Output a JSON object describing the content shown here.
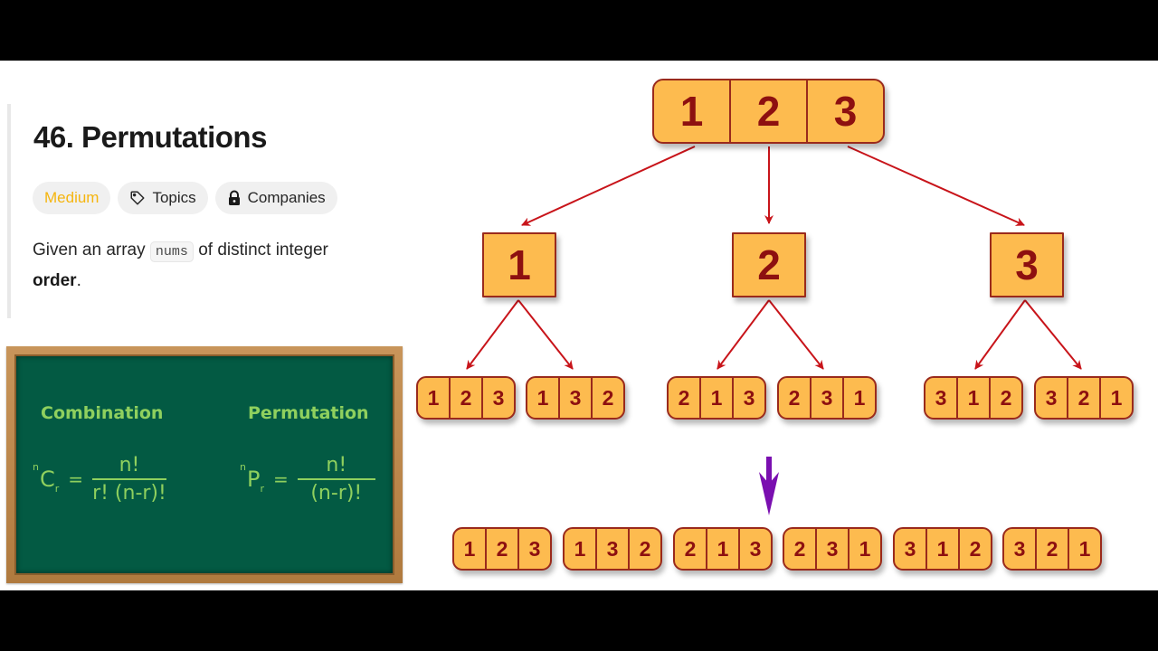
{
  "problem": {
    "title": "46. Permutations",
    "tags": {
      "difficulty": "Medium",
      "topics": "Topics",
      "companies": "Companies"
    },
    "description": {
      "prefix": "Given an array ",
      "code": "nums",
      "suffix": " of distinct integer",
      "line2_bold": "order",
      "line2_tail": "."
    },
    "colors": {
      "difficulty_medium": "#f5b50f",
      "tag_bg": "#f0f0f0"
    }
  },
  "chalkboard": {
    "combination": {
      "heading": "Combination",
      "symbol": "C",
      "sup": "n",
      "sub": "r",
      "equals": "=",
      "numerator": "n!",
      "denominator": "r! (n-r)!"
    },
    "permutation": {
      "heading": "Permutation",
      "symbol": "P",
      "sup": "n",
      "sub": "r",
      "equals": "=",
      "numerator": "n!",
      "denominator": "(n-r)!"
    },
    "colors": {
      "board": "#035a43",
      "chalk": "#8fd05e",
      "frame": "#c8955a"
    }
  },
  "tree": {
    "root": [
      "1",
      "2",
      "3"
    ],
    "level1": [
      {
        "value": "1",
        "children": [
          [
            "1",
            "2",
            "3"
          ],
          [
            "1",
            "3",
            "2"
          ]
        ]
      },
      {
        "value": "2",
        "children": [
          [
            "2",
            "1",
            "3"
          ],
          [
            "2",
            "3",
            "1"
          ]
        ]
      },
      {
        "value": "3",
        "children": [
          [
            "3",
            "1",
            "2"
          ],
          [
            "3",
            "2",
            "1"
          ]
        ]
      }
    ],
    "result": [
      [
        "1",
        "2",
        "3"
      ],
      [
        "1",
        "3",
        "2"
      ],
      [
        "2",
        "1",
        "3"
      ],
      [
        "2",
        "3",
        "1"
      ],
      [
        "3",
        "1",
        "2"
      ],
      [
        "3",
        "2",
        "1"
      ]
    ],
    "colors": {
      "box_fill": "#fdbb4f",
      "box_border": "#9a2a1c",
      "digit": "#8d1010",
      "arrow": "#c8141a",
      "result_arrow": "#7a0fb0"
    }
  }
}
